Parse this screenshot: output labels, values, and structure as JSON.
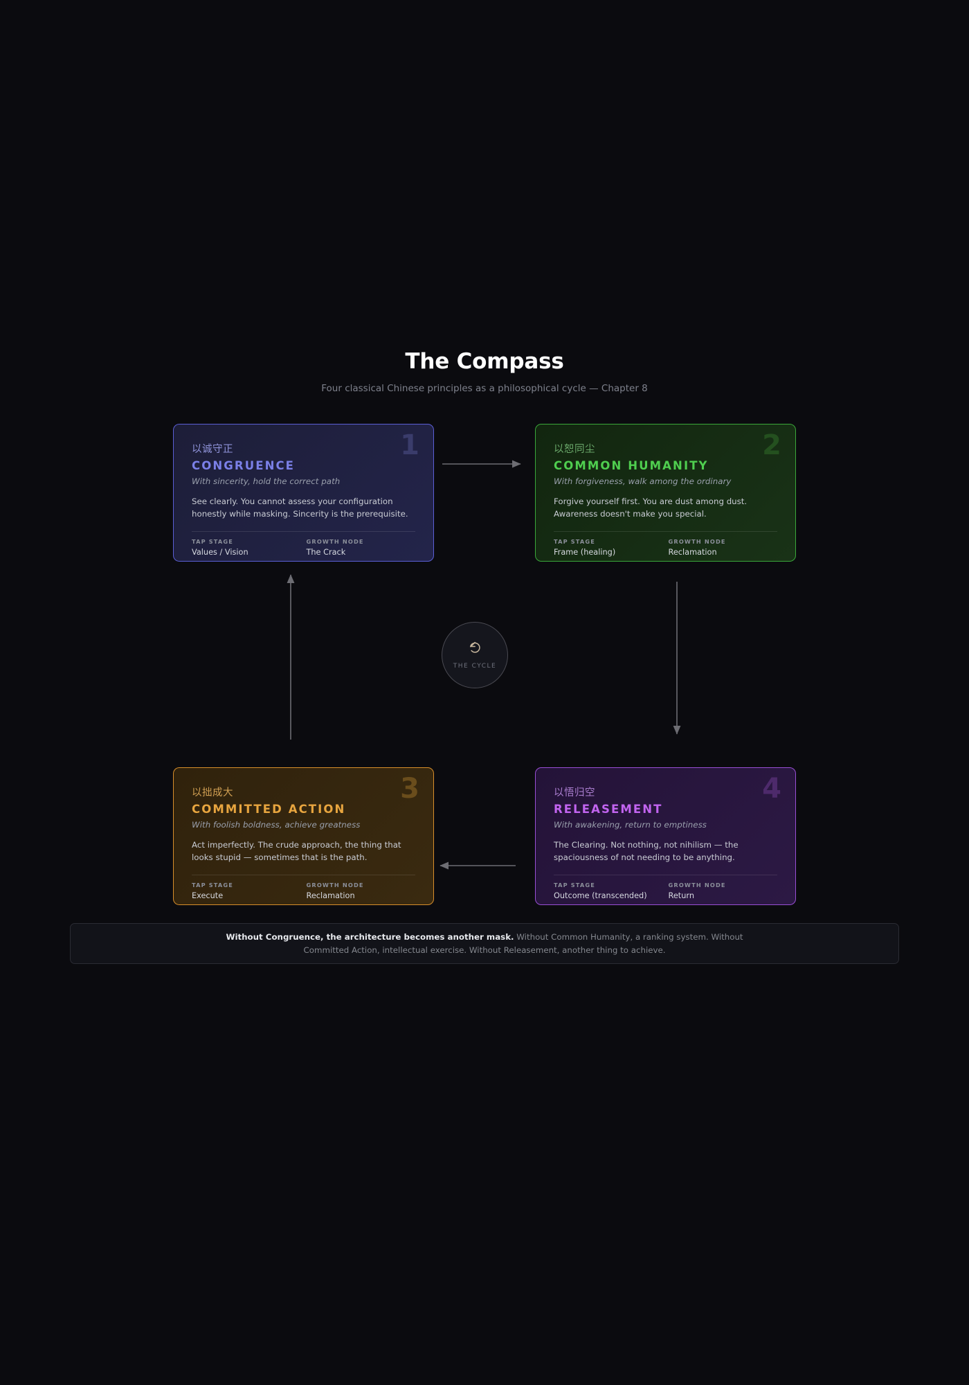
{
  "header": {
    "title": "The Compass",
    "subtitle": "Four classical Chinese principles as a philosophical cycle — Chapter 8"
  },
  "cycle": {
    "icon": "rotate-ccw-icon",
    "label": "THE CYCLE"
  },
  "labels": {
    "tap_stage": "TAP STAGE",
    "growth_node": "GROWTH NODE"
  },
  "colors": {
    "background": "#0b0b0f",
    "congruence": "#7b80e8",
    "common_humanity": "#4fce4f",
    "committed_action": "#e8a53f",
    "releasement": "#c264f0",
    "arrow": "#6d6d73"
  },
  "cards": [
    {
      "number": "1",
      "chinese": "以诚守正",
      "name": "CONGRUENCE",
      "motto": "With sincerity, hold the correct path",
      "body": "See clearly. You cannot assess your configuration honestly while masking. Sincerity is the prerequisite.",
      "tap_stage": "Values / Vision",
      "growth_node": "The Crack"
    },
    {
      "number": "2",
      "chinese": "以恕同尘",
      "name": "COMMON HUMANITY",
      "motto": "With forgiveness, walk among the ordinary",
      "body": "Forgive yourself first. You are dust among dust. Awareness doesn't make you special.",
      "tap_stage": "Frame (healing)",
      "growth_node": "Reclamation"
    },
    {
      "number": "3",
      "chinese": "以拙成大",
      "name": "COMMITTED ACTION",
      "motto": "With foolish boldness, achieve greatness",
      "body": "Act imperfectly. The crude approach, the thing that looks stupid — sometimes that is the path.",
      "tap_stage": "Execute",
      "growth_node": "Reclamation"
    },
    {
      "number": "4",
      "chinese": "以悟归空",
      "name": "RELEASEMENT",
      "motto": "With awakening, return to emptiness",
      "body": "The Clearing. Not nothing, not nihilism — the spaciousness of not needing to be anything.",
      "tap_stage": "Outcome (transcended)",
      "growth_node": "Return"
    }
  ],
  "footer": {
    "lead": "Without Congruence, the architecture becomes another mask.",
    "rest": " Without Common Humanity, a ranking system. Without Committed Action, intellectual exercise. Without Releasement, another thing to achieve."
  }
}
